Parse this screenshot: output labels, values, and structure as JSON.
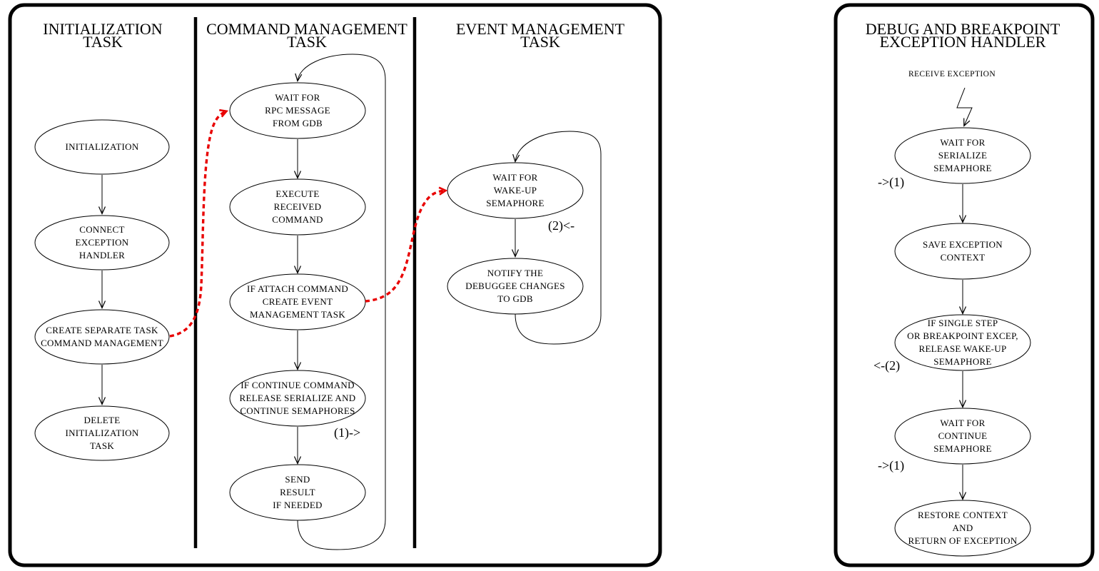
{
  "colors": {
    "line": "#000000",
    "task_creation_flow": "#e80000",
    "green_label": "#00aa00",
    "blue_label": "#2020e0"
  },
  "left_panel": {
    "columns": [
      {
        "title": [
          "INITIALIZATION",
          "TASK"
        ],
        "nodes": [
          {
            "lines": [
              "INITIALIZATION"
            ]
          },
          {
            "lines": [
              "CONNECT",
              "EXCEPTION",
              "HANDLER"
            ]
          },
          {
            "lines": [
              "CREATE SEPARATE TASK",
              "COMMAND MANAGEMENT"
            ]
          },
          {
            "lines": [
              "DELETE",
              "INITIALIZATION",
              "TASK"
            ]
          }
        ]
      },
      {
        "title": [
          "COMMAND MANAGEMENT",
          "TASK"
        ],
        "semaphore_label": "(1)->",
        "nodes": [
          {
            "lines": [
              "WAIT FOR",
              "RPC MESSAGE",
              "FROM GDB"
            ]
          },
          {
            "lines": [
              "EXECUTE",
              "RECEIVED",
              "COMMAND"
            ]
          },
          {
            "lines": [
              "IF ATTACH COMMAND",
              "CREATE EVENT",
              "MANAGEMENT TASK"
            ]
          },
          {
            "lines": [
              "IF CONTINUE COMMAND",
              "RELEASE SERIALIZE AND",
              "CONTINUE SEMAPHORES"
            ]
          },
          {
            "lines": [
              "SEND",
              "RESULT",
              "IF NEEDED"
            ]
          }
        ]
      },
      {
        "title": [
          "EVENT MANAGEMENT",
          "TASK"
        ],
        "semaphore_label": "(2)<-",
        "nodes": [
          {
            "lines": [
              "WAIT FOR",
              "WAKE-UP",
              "SEMAPHORE"
            ]
          },
          {
            "lines": [
              "NOTIFY THE",
              "DEBUGGEE CHANGES",
              "TO GDB"
            ]
          }
        ]
      }
    ]
  },
  "right_panel": {
    "title": [
      "DEBUG AND BREAKPOINT",
      "EXCEPTION HANDLER"
    ],
    "exception_label": "RECEIVE EXCEPTION",
    "semaphore_labels": [
      "->(1)",
      "<-(2)",
      "->(1)"
    ],
    "nodes": [
      {
        "lines": [
          "WAIT FOR",
          "SERIALIZE",
          "SEMAPHORE"
        ]
      },
      {
        "lines": [
          "SAVE EXCEPTION",
          "CONTEXT"
        ]
      },
      {
        "lines": [
          "IF SINGLE STEP",
          "OR BREAKPOINT EXCEP,",
          "RELEASE WAKE-UP",
          "SEMAPHORE"
        ]
      },
      {
        "lines": [
          "WAIT FOR",
          "CONTINUE",
          "SEMAPHORE"
        ]
      },
      {
        "lines": [
          "RESTORE CONTEXT",
          "AND",
          "RETURN OF EXCEPTION"
        ]
      }
    ]
  }
}
